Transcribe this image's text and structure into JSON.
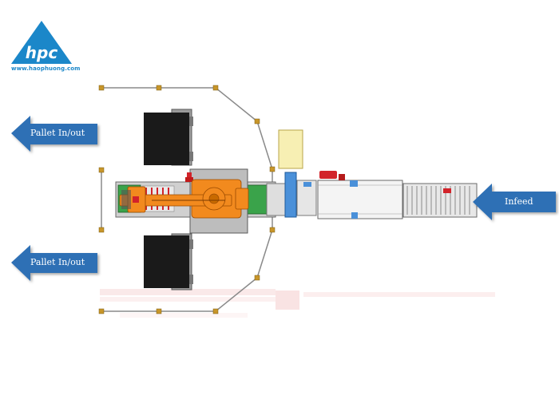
{
  "logo": {
    "mark": "hpc",
    "url": "www.haophuong.com",
    "color": "#1b87c9"
  },
  "arrows": {
    "pallet_top": {
      "label": "Pallet In/out",
      "direction": "left"
    },
    "pallet_bottom": {
      "label": "Pallet In/out",
      "direction": "left"
    },
    "infeed": {
      "label": "Infeed",
      "direction": "left"
    }
  },
  "colors": {
    "arrow_blue": "#2f6fb5",
    "robot_orange": "#f28a1e",
    "pallet_black": "#1a1a1a",
    "fence_gray": "#8a8a8a",
    "post_gold": "#c8962a",
    "conveyor_blue": "#4a90d9",
    "machine_green": "#3aa34a",
    "accent_red": "#d2232a",
    "sheet_yellow": "#f7efb3"
  }
}
